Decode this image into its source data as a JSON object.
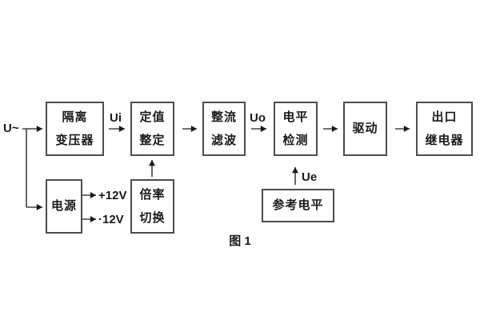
{
  "figure": {
    "caption": "图 1",
    "colors": {
      "background": "#ffffff",
      "line": "#414141",
      "border": "#4d4d4d",
      "text": "#1a1a1a"
    }
  },
  "blocks": [
    {
      "name": "isolation-transformer",
      "line1": "隔离",
      "line2": "变压器"
    },
    {
      "name": "setpoint-setting",
      "line1": "定值",
      "line2": "整定"
    },
    {
      "name": "rectifier-filter",
      "line1": "整流",
      "line2": "滤波"
    },
    {
      "name": "level-detection",
      "line1": "电平",
      "line2": "检测"
    },
    {
      "name": "driver",
      "line1": "驱动"
    },
    {
      "name": "output-relay",
      "line1": "出口",
      "line2": "继电器"
    },
    {
      "name": "power-supply",
      "line1": "电源"
    },
    {
      "name": "ratio-switching",
      "line1": "倍率",
      "line2": "切换"
    },
    {
      "name": "reference-level",
      "line1": "参考电平"
    }
  ],
  "labels": {
    "u_input": "U~",
    "ui": "Ui",
    "uo": "Uo",
    "ue": "Ue",
    "plus12v": "+12V",
    "minus12v": "·12V"
  }
}
